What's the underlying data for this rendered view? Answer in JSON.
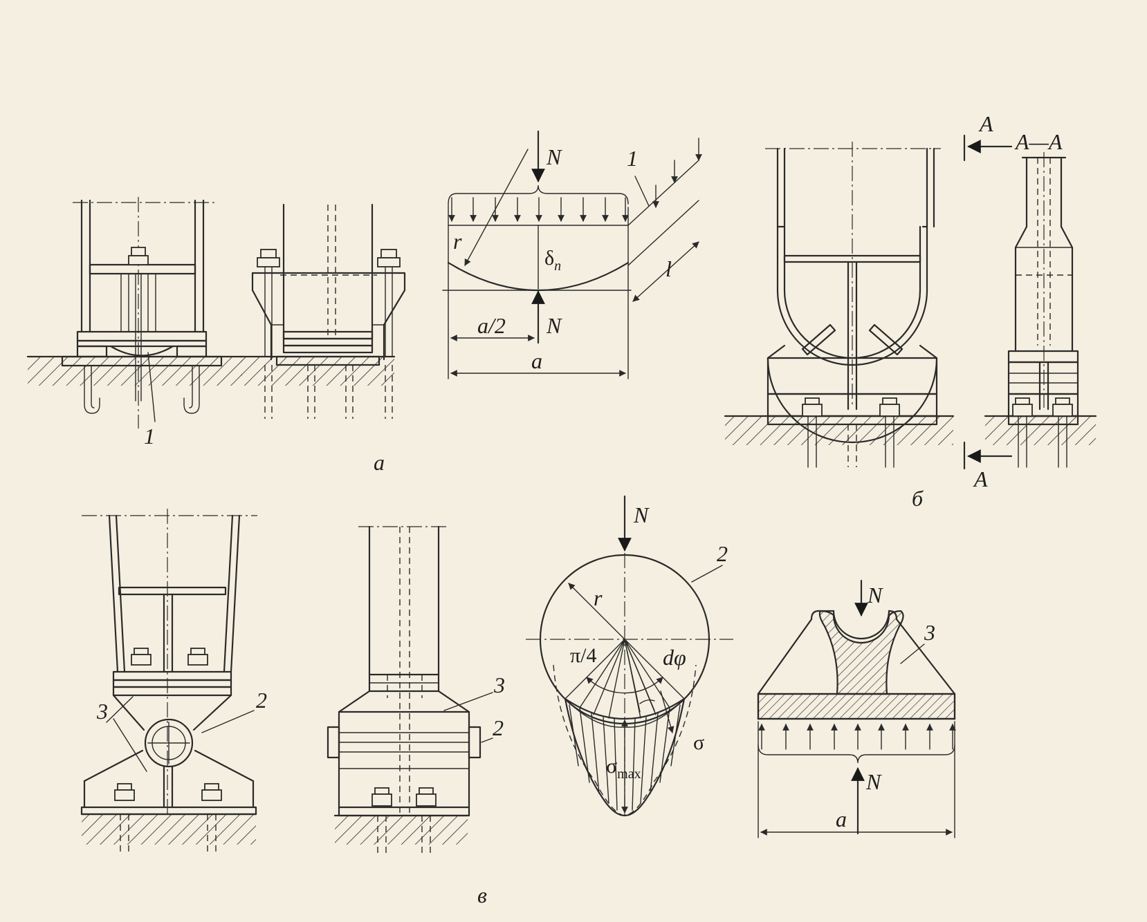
{
  "panels": {
    "a": {
      "caption": "а",
      "callout_1": "1",
      "force_top": "N",
      "force_bottom": "N",
      "label_r": "r",
      "label_delta": "δ",
      "label_delta_sub": "n",
      "label_half": "a/2",
      "label_a": "a",
      "label_l": "l",
      "callout_plate": "1"
    },
    "b": {
      "caption": "б",
      "section_mark_top": "A",
      "section_mark_bottom": "A",
      "section_title": "A—A"
    },
    "v": {
      "caption": "в",
      "callout_3_front": "3",
      "callout_2_front": "2",
      "callout_3_side": "3",
      "callout_2_side": "2",
      "force_ball": "N",
      "callout_2_ball": "2",
      "label_r": "r",
      "label_pi4": "π/4",
      "label_dphi": "dφ",
      "label_sigma": "σ",
      "label_sigma_max": "σ",
      "label_sigma_max_sub": "max",
      "force_top": "N",
      "force_bottom": "N",
      "callout_3_block": "3",
      "label_a": "a"
    }
  }
}
